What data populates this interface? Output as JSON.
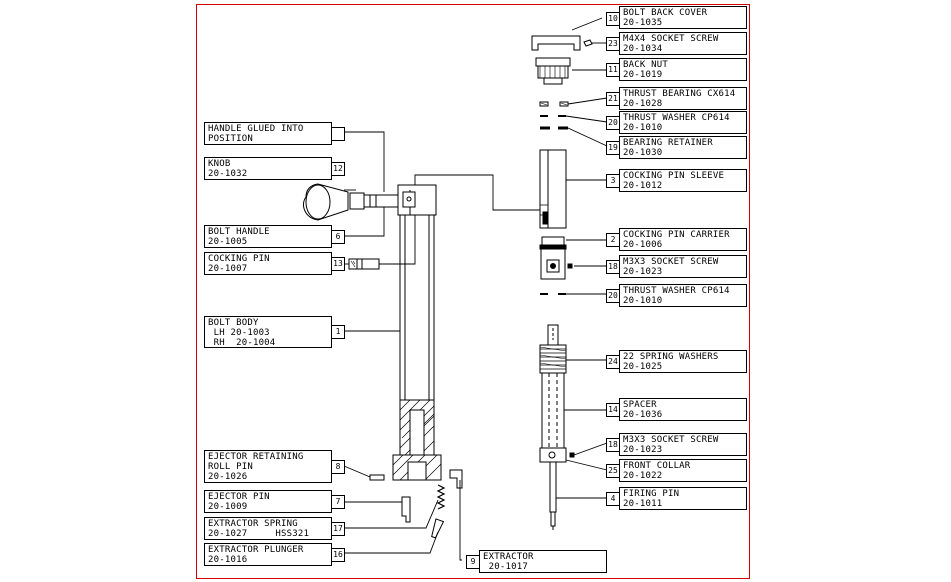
{
  "callouts": [
    {
      "num": "10",
      "line1": "BOLT BACK COVER",
      "line2": "20-1035"
    },
    {
      "num": "23",
      "line1": "M4X4 SOCKET SCREW",
      "line2": "20-1034"
    },
    {
      "num": "11",
      "line1": "BACK NUT",
      "line2": "20-1019"
    },
    {
      "num": "21",
      "line1": "THRUST BEARING CX614",
      "line2": "20-1028"
    },
    {
      "num": "20",
      "line1": "THRUST WASHER CP614",
      "line2": "20-1010"
    },
    {
      "num": "19",
      "line1": "BEARING RETAINER",
      "line2": "20-1030"
    },
    {
      "num": "3",
      "line1": "COCKING PIN SLEEVE",
      "line2": "20-1012"
    },
    {
      "num": "2",
      "line1": "COCKING PIN CARRIER",
      "line2": "20-1006"
    },
    {
      "num": "18",
      "line1": "M3X3 SOCKET SCREW",
      "line2": "20-1023"
    },
    {
      "num": "20",
      "line1": "THRUST WASHER CP614",
      "line2": "20-1010"
    },
    {
      "num": "24",
      "line1": "22 SPRING WASHERS",
      "line2": "20-1025"
    },
    {
      "num": "14",
      "line1": "SPACER",
      "line2": "20-1036"
    },
    {
      "num": "18",
      "line1": "M3X3 SOCKET SCREW",
      "line2": "20-1023"
    },
    {
      "num": "25",
      "line1": "FRONT COLLAR",
      "line2": "20-1022"
    },
    {
      "num": "4",
      "line1": "FIRING PIN",
      "line2": "20-1011"
    },
    {
      "num": "9",
      "line1": "EXTRACTOR",
      "line2": " 20-1017"
    },
    {
      "num": "",
      "line1": "HANDLE GLUED INTO",
      "line2": "POSITION"
    },
    {
      "num": "12",
      "line1": "KNOB",
      "line2": "20-1032"
    },
    {
      "num": "6",
      "line1": "BOLT HANDLE",
      "line2": "20-1005"
    },
    {
      "num": "13",
      "line1": "COCKING PIN",
      "line2": "20-1007"
    },
    {
      "num": "1",
      "line1": "BOLT BODY",
      "line2": " LH 20-1003",
      "line3": " RH  20-1004"
    },
    {
      "num": "8",
      "line1": "EJECTOR RETAINING",
      "line2": "ROLL PIN",
      "line3": "20-1026"
    },
    {
      "num": "7",
      "line1": "EJECTOR PIN",
      "line2": "20-1009"
    },
    {
      "num": "17",
      "line1": "EXTRACTOR SPRING",
      "line2": "20-1027     HSS321"
    },
    {
      "num": "16",
      "line1": "EXTRACTOR PLUNGER",
      "line2": "20-1016"
    }
  ],
  "colors": {
    "frame": "#d40000",
    "ink": "#000000"
  }
}
